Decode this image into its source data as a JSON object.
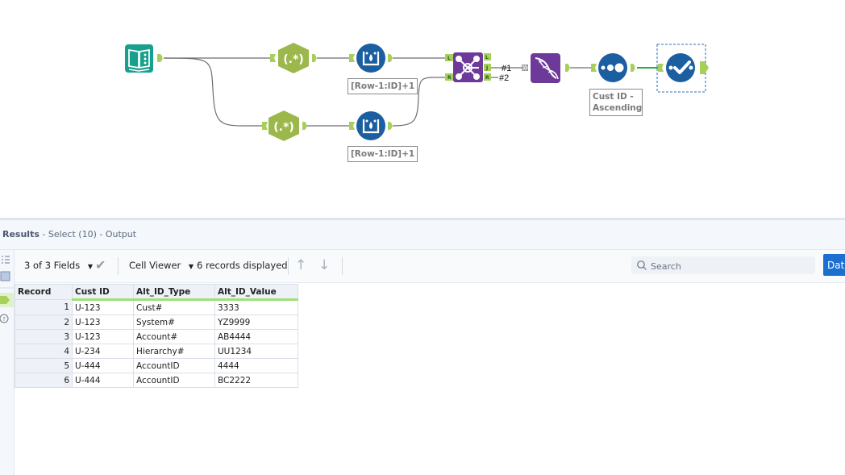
{
  "canvas": {
    "tools": [
      {
        "id": "input",
        "name": "input-data-tool",
        "icon": "book-icon",
        "color": "#17a08c"
      },
      {
        "id": "regex1",
        "name": "regex-tool-top",
        "glyph": "(.*)",
        "color": "#9cb84c"
      },
      {
        "id": "regex2",
        "name": "regex-tool-bottom",
        "glyph": "(.*)",
        "color": "#9cb84c"
      },
      {
        "id": "multirow1",
        "name": "multi-row-formula-tool-top",
        "icon": "multi-row-icon",
        "color": "#1b5fa1"
      },
      {
        "id": "multirow2",
        "name": "multi-row-formula-tool-bottom",
        "icon": "multi-row-icon",
        "color": "#1b5fa1"
      },
      {
        "id": "join",
        "name": "join-tool",
        "icon": "join-icon",
        "color": "#6e3a9a"
      },
      {
        "id": "transpose",
        "name": "transpose-tool",
        "icon": "dna-icon",
        "color": "#6e3a9a"
      },
      {
        "id": "sort",
        "name": "sort-tool",
        "icon": "dots-icon",
        "color": "#1b5fa1"
      },
      {
        "id": "select",
        "name": "select-tool",
        "icon": "check-icon",
        "color": "#1b5fa1"
      }
    ],
    "annotations": {
      "multirow1": "[Row-1:ID]+1",
      "multirow2": "[Row-1:ID]+1",
      "sort_line1": "Cust ID -",
      "sort_line2": "Ascending"
    },
    "join_ports": {
      "in_left": "L",
      "in_right": "R",
      "out_left": "L",
      "out_join": "J",
      "out_right": "R"
    },
    "connection_labels": {
      "c1": "#1",
      "c2": "#2"
    },
    "port_color": "#a8cf5a",
    "selected_connection_color": "#2ea84a"
  },
  "results": {
    "title_bold": "Results",
    "title_rest": " - Select (10) - Output",
    "toolbar": {
      "fields_label": "3 of 3 Fields",
      "cell_viewer_label": "Cell Viewer",
      "records_label": "6 records displayed",
      "search_placeholder": "Search",
      "data_button": "Data"
    },
    "columns": [
      "Record",
      "Cust ID",
      "Alt_ID_Type",
      "Alt_ID_Value"
    ],
    "rows": [
      [
        "1",
        "U-123",
        "Cust#",
        "3333"
      ],
      [
        "2",
        "U-123",
        "System#",
        "YZ9999"
      ],
      [
        "3",
        "U-123",
        "Account#",
        "AB4444"
      ],
      [
        "4",
        "U-234",
        "Hierarchy#",
        "UU1234"
      ],
      [
        "5",
        "U-444",
        "AccountID",
        "4444"
      ],
      [
        "6",
        "U-444",
        "AccountID",
        "BC2222"
      ]
    ]
  }
}
